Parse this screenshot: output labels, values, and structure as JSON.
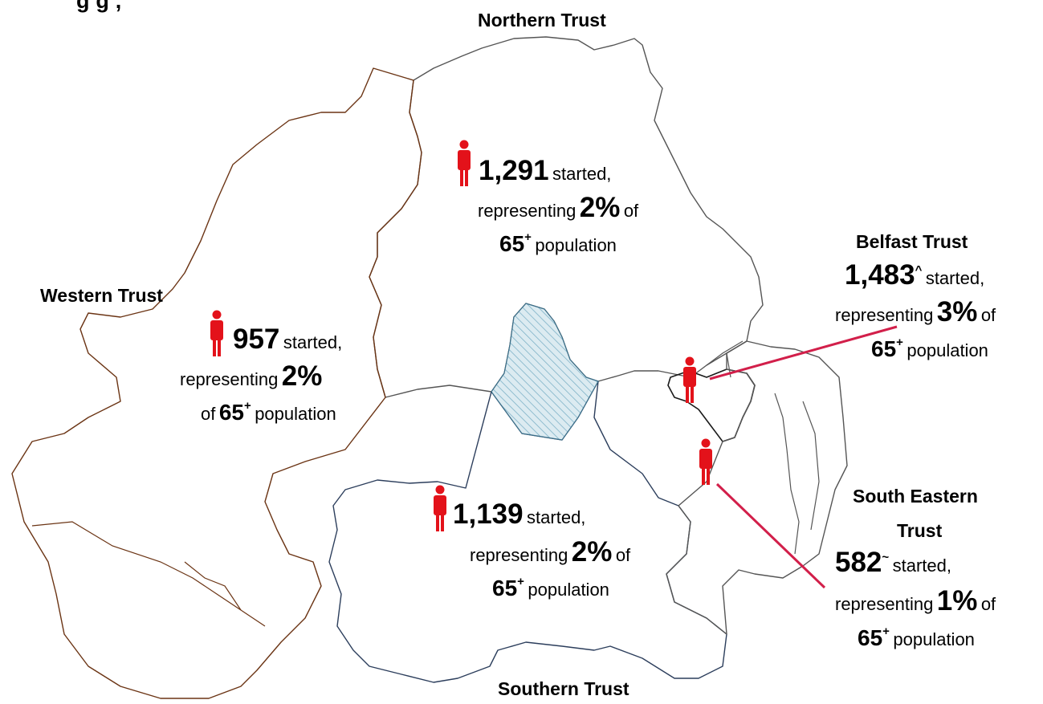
{
  "title_fragment": "g                  g                                                    ,",
  "colors": {
    "icon": "#e3121a",
    "leader_line": "#d21f4a",
    "western_border": "#6b3414",
    "southern_border": "#2c3e5c",
    "northern_border": "#555555",
    "lough_fill": "#dcebf1",
    "lough_hatch": "#7fb2c8"
  },
  "icons": [
    "person-icon"
  ],
  "trusts": {
    "northern": {
      "name": "Northern Trust",
      "count": "1,291",
      "started": "started,",
      "representing": "representing",
      "percent": "2%",
      "of": "of",
      "age": "65",
      "age_sup": "+",
      "population": "population"
    },
    "western": {
      "name": "Western Trust",
      "count": "957",
      "started": "started,",
      "representing": "representing",
      "percent": "2%",
      "of": "of",
      "age": "65",
      "age_sup": "+",
      "population": "population"
    },
    "belfast": {
      "name": "Belfast Trust",
      "count": "1,483",
      "count_sup": "^",
      "started": "started,",
      "representing": "representing",
      "percent": "3%",
      "of": "of",
      "age": "65",
      "age_sup": "+",
      "population": "population"
    },
    "southern": {
      "name": "Southern Trust",
      "count": "1,139",
      "started": "started,",
      "representing": "representing",
      "percent": "2%",
      "of": "of",
      "age": "65",
      "age_sup": "+",
      "population": "population"
    },
    "south_eastern": {
      "name_line1": "South Eastern",
      "name_line2": "Trust",
      "count": "582",
      "count_sup": "~",
      "started": "started,",
      "representing": "representing",
      "percent": "1%",
      "of": "of",
      "age": "65",
      "age_sup": "+",
      "population": "population"
    }
  }
}
